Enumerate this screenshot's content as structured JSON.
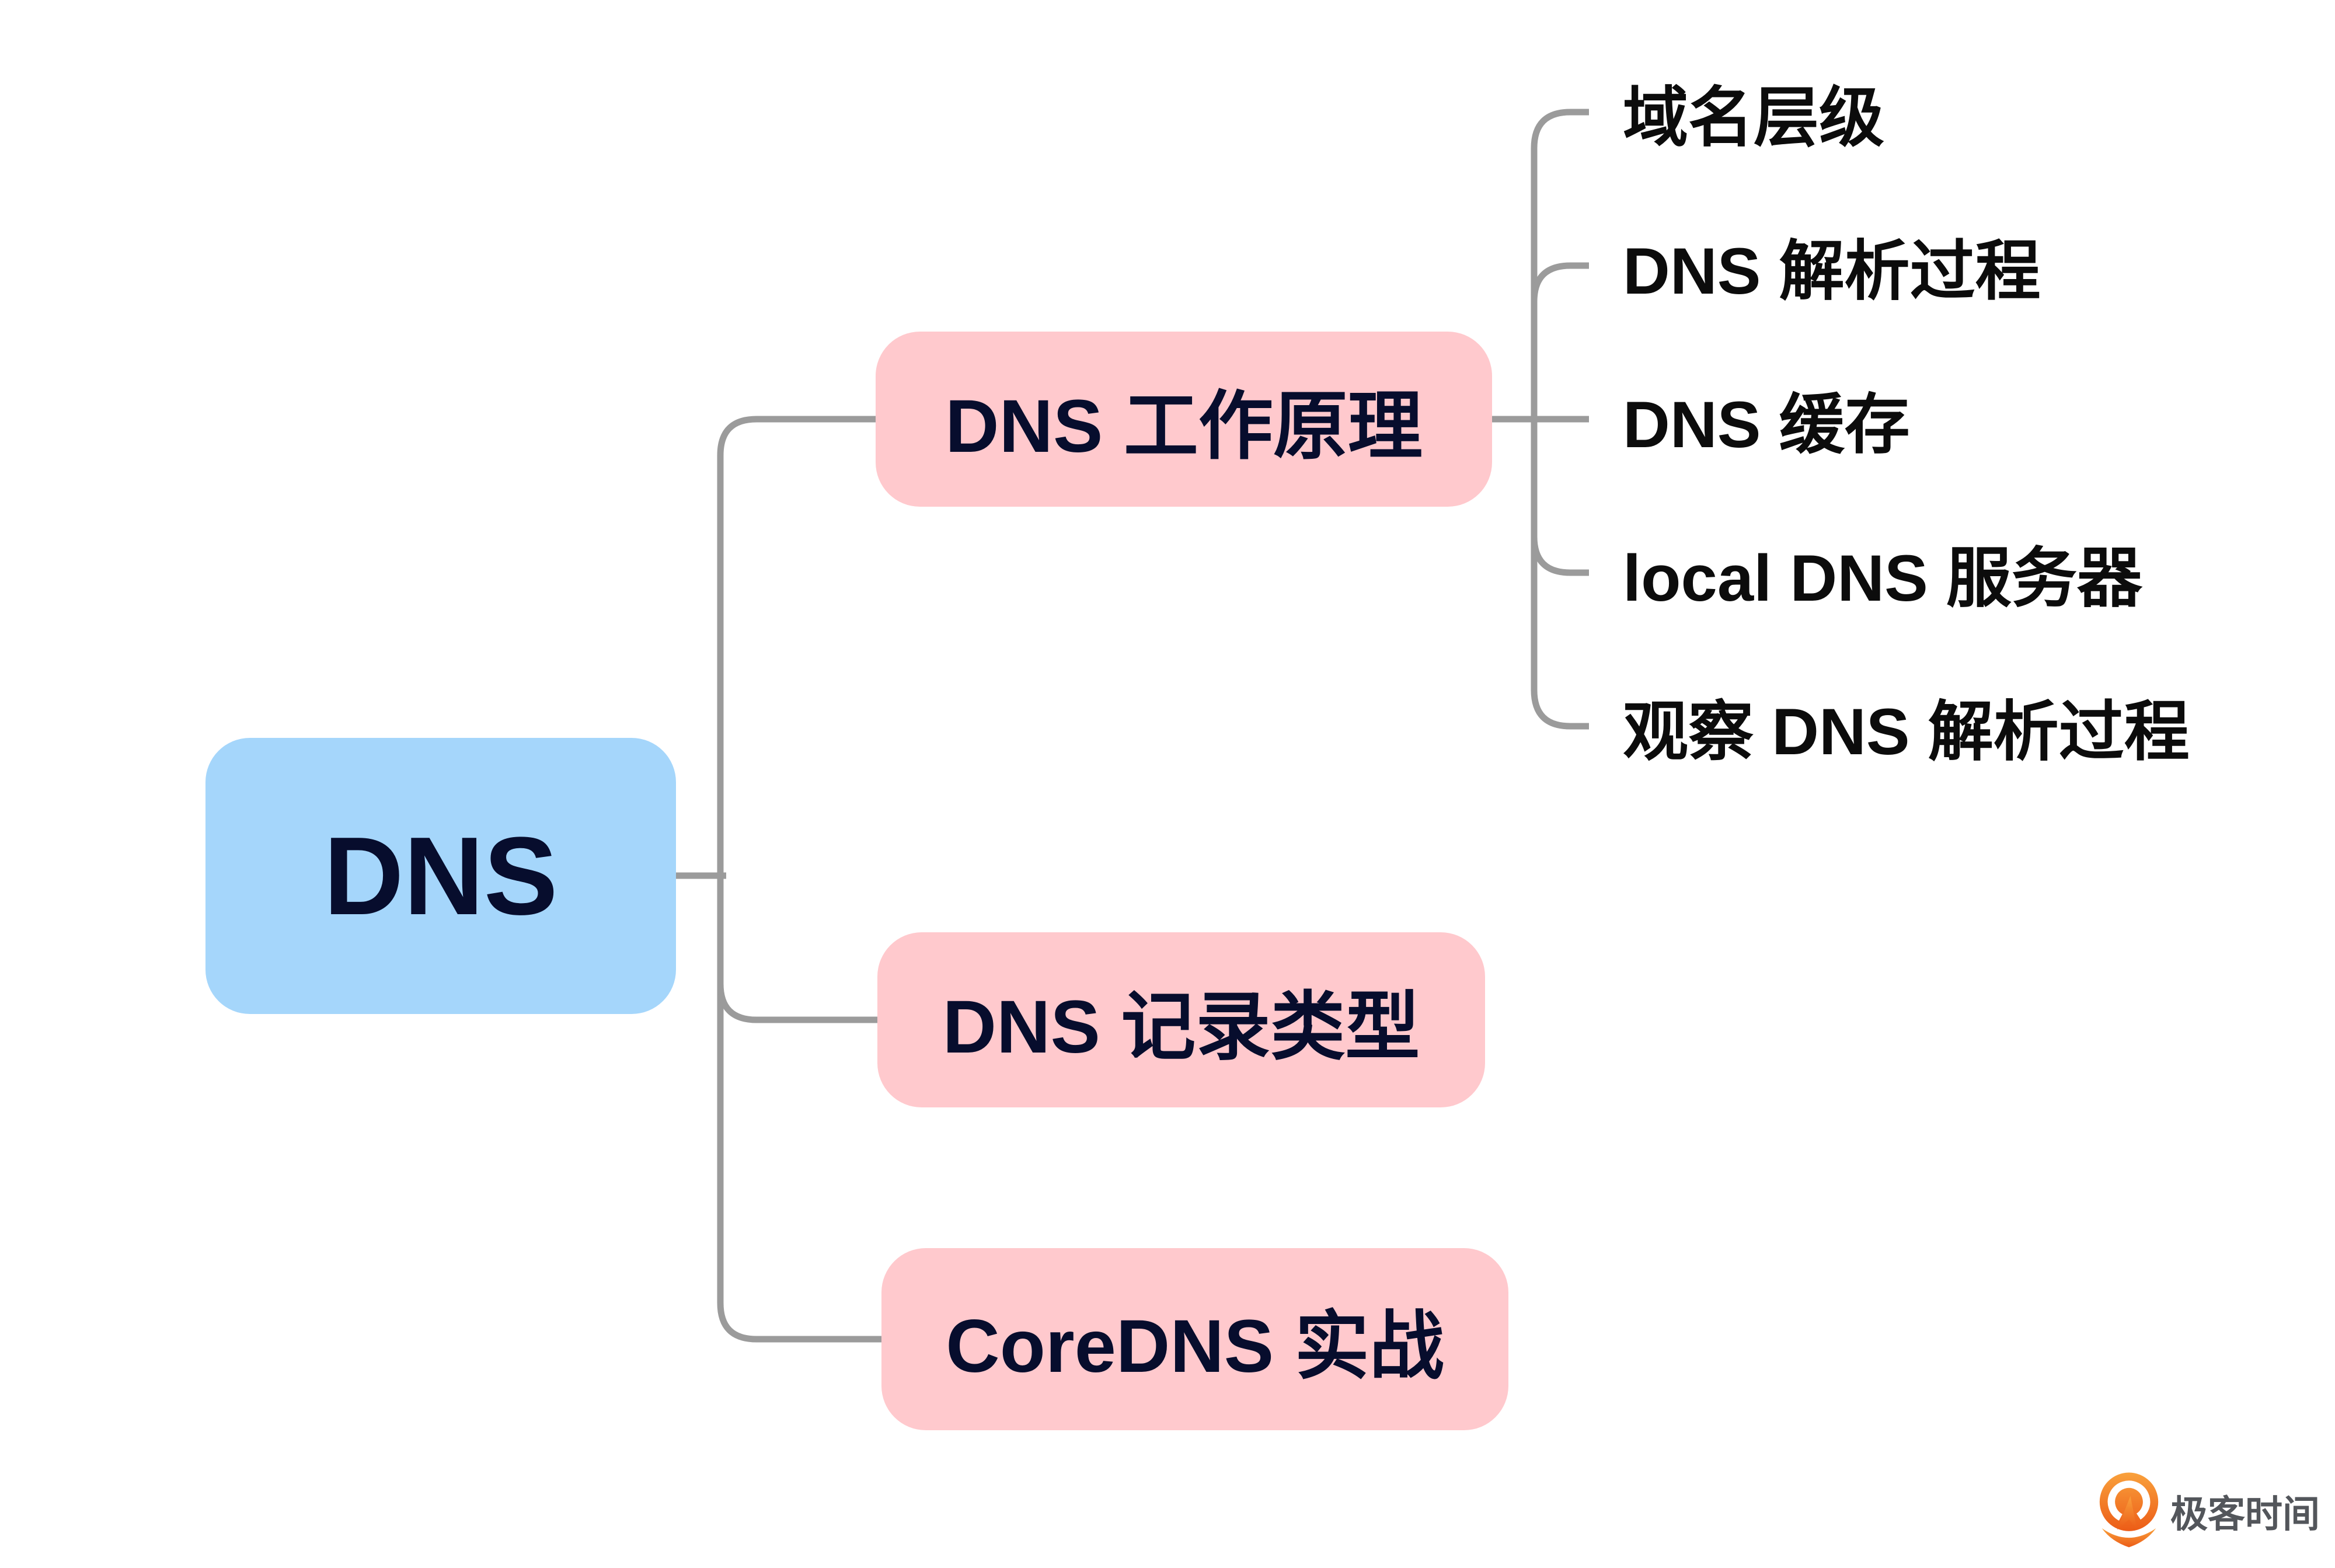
{
  "canvas": {
    "background": "#ffffff"
  },
  "mindmap": {
    "root": {
      "label": "DNS"
    },
    "branches": [
      {
        "label": "DNS 工作原理",
        "children": [
          "域名层级",
          "DNS 解析过程",
          "DNS 缓存",
          "local DNS 服务器",
          "观察 DNS 解析过程"
        ]
      },
      {
        "label": "DNS 记录类型",
        "children": []
      },
      {
        "label": "CoreDNS 实战",
        "children": []
      }
    ],
    "colors": {
      "root_fill": "#a5d6fb",
      "branch_fill": "#ffc9cd",
      "node_text": "#070d2d",
      "leaf_text": "#0c0c0c",
      "connector": "#9b9b9b"
    }
  },
  "footer": {
    "brand": "极客时间",
    "icon": "geektime-pin-icon",
    "brand_color": "#53565b",
    "icon_color_top": "#f9a13c",
    "icon_color_bottom": "#ec5c17"
  }
}
